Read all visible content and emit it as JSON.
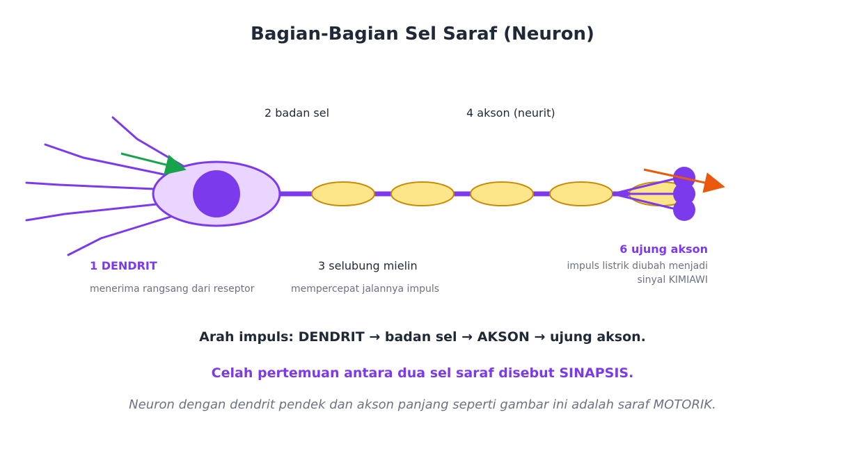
{
  "title": "Bagian-Bagian Sel Saraf (Neuron)",
  "labels": {
    "badan_sel": "2  badan sel",
    "akson": "4  akson (neurit)",
    "dendrit": "1  DENDRIT",
    "dendrit_desc": "menerima rangsang dari reseptor",
    "mielin": "3  selubung mielin",
    "mielin_desc": "mempercepat jalannya impuls",
    "ujung_akson": "6  ujung akson",
    "ujung_desc_1": "impuls listrik diubah menjadi",
    "ujung_desc_2": "sinyal KIMIAWI"
  },
  "notes": {
    "arah": "Arah impuls: DENDRIT → badan sel → AKSON → ujung akson.",
    "celah": "Celah pertemuan antara dua sel saraf disebut SINAPSIS.",
    "neuron": "Neuron dengan dendrit pendek dan akson panjang seperti gambar ini adalah saraf MOTORIK."
  },
  "colors": {
    "accent": "#7c3aed",
    "cell_fill": "#e9d5ff",
    "myelin_fill": "#fde68a",
    "myelin_stroke": "#ca8a04",
    "arrow_in": "#16a34a",
    "arrow_out": "#ea580c"
  },
  "myelin_segment_count": 5
}
